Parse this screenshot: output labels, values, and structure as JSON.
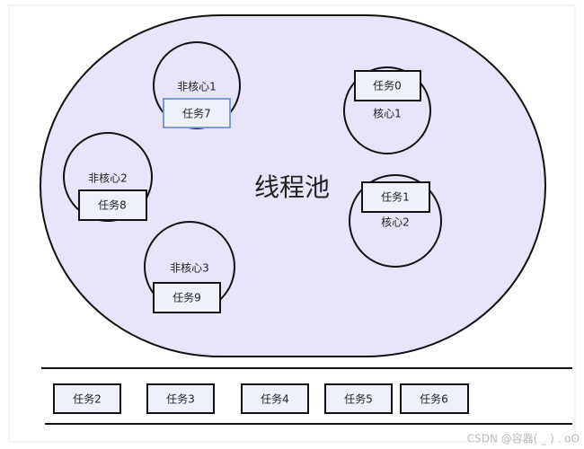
{
  "diagram": {
    "pool_label": "线程池",
    "colors": {
      "pool_fill": "#e8e4fc",
      "task_fill": "#eef1fb",
      "highlight_border": "#7e9bd6"
    },
    "cores": [
      {
        "label": "核心1",
        "task": "任务0"
      },
      {
        "label": "核心2",
        "task": "任务1"
      }
    ],
    "non_cores": [
      {
        "label": "非核心1",
        "task": "任务7"
      },
      {
        "label": "非核心2",
        "task": "任务8"
      },
      {
        "label": "非核心3",
        "task": "任务9"
      }
    ],
    "queue": [
      "任务2",
      "任务3",
      "任务4",
      "任务5",
      "任务6"
    ]
  },
  "watermark": "CSDN @容器(  _  ) . oO"
}
